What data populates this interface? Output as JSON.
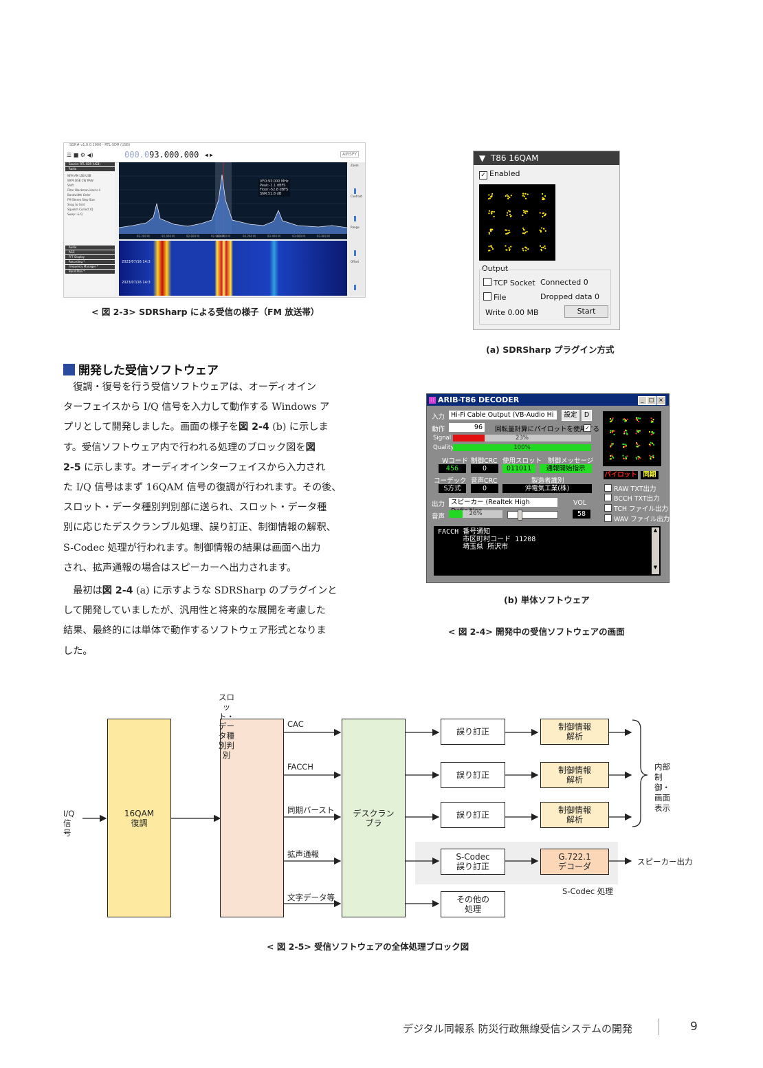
{
  "sdr": {
    "title": "SDR# v1.0.0.1900 - RTL-SDR (USB)",
    "freq_dim": "000.0",
    "freq": "93.000.000",
    "logo": "AIRSPY",
    "info": [
      "VFO:93.000 MHz",
      "Peak:-1.1 dBFS",
      "Floor:-52.8 dBFS",
      "SNR:51.8 dB"
    ],
    "timestamps": [
      "2023/07/16 14:3",
      "2023/07/16 14:3"
    ],
    "side_headers": [
      "Source: RTL-SDR (USB)",
      "Radio",
      "Audio",
      "AGC",
      "FFT Display",
      "Recording *",
      "Frequency Manager *",
      "Band Plan *"
    ],
    "side_opts": [
      "NFM",
      "AM",
      "LSB",
      "USB",
      "WFM",
      "DSB",
      "CW",
      "RAW",
      "Shift",
      "Filter",
      "Blackman-Harris 4",
      "Bandwidth",
      "Order",
      "FM Stereo",
      "Step Size",
      "Snap to Grid",
      "Squelch",
      "Correct IQ",
      "Swap I & Q"
    ],
    "right_labels": [
      "Zoom",
      "Contrast",
      "Range",
      "Offset"
    ],
    "axis": [
      "92.200 M",
      "92.400 M",
      "92.600 M",
      "92.800 M",
      "93.000 M",
      "93.200 M",
      "93.400 M",
      "93.600 M",
      "93.800 M"
    ]
  },
  "fig23_caption": "< 図 2-3> SDRSharp による受信の様子（FM 放送帯）",
  "t86": {
    "header": "T86 16QAM",
    "enabled": "Enabled",
    "output": "Output",
    "tcp": "TCP Socket",
    "connected": "Connected 0",
    "file": "File",
    "dropped": "Dropped data 0",
    "write": "Write 0.00 MB",
    "start": "Start"
  },
  "fig24a_caption": "(a) SDRSharp プラグイン方式",
  "arib": {
    "title": "ARIB-T86 DECODER",
    "input_label": "入力",
    "input_value": "Hi-Fi Cable Output (VB-Audio Hi",
    "settings": "設定",
    "d": "D",
    "op_label": "動作",
    "op_value": "96",
    "pilot_text": "回転量計算にパイロットを使用する",
    "signal_label": "Signal",
    "signal_pct": "23%",
    "signal_level": 0.23,
    "quality_label": "Quality",
    "quality_pct": "100%",
    "quality_level": 1.0,
    "wcode_label": "Wコード",
    "ctrlcrc_label": "制御CRC",
    "slot_label": "使用スロット",
    "ctrlmsg_label": "制御メッセージ",
    "wcode": "456",
    "ctrlcrc": "0",
    "slot": "011011",
    "ctrlmsg": "通報開始指示",
    "codec_label": "コーデック",
    "voicecrc_label": "音声CRC",
    "maker_label": "製造者識別",
    "codec": "S方式",
    "voicecrc": "0",
    "maker": "沖電気工業(株)",
    "pilot_badge": "パイロット",
    "sync_badge": "同期",
    "chk": [
      "RAW TXT出力",
      "BCCH TXT出力",
      "TCH ファイル出力",
      "WAV ファイル出力"
    ],
    "out_label": "出力",
    "out_value": "スピーカー (Realtek High Definition",
    "vol_label": "VOL",
    "vol": "58",
    "voice_label": "音声",
    "voice_pct": "26%",
    "voice_level": 0.26,
    "log": [
      "FACCH 番号通知",
      "      市区町村コード 11208",
      "      埼玉県 所沢市"
    ]
  },
  "fig24b_caption": "(b) 単体ソフトウェア",
  "fig24_caption": "< 図 2-4> 開発中の受信ソフトウェアの画面",
  "section_title": "開発した受信ソフトウェア",
  "para1": [
    "　復調・復号を行う受信ソフトウェアは、オーディオイン",
    "ターフェイスから I/Q 信号を入力して動作する Windows ア",
    "プリとして開発しました。画面の様子を",
    "図 2-4",
    " (b) に示しま",
    "す。受信ソフトウェア内で行われる処理のブロック図を",
    "図",
    "2-5",
    " に示します。オーディオインターフェイスから入力され",
    "た I/Q 信号はまず 16QAM 信号の復調が行われます。その後、",
    "スロット・データ種別判別部に送られ、スロット・データ種",
    "別に応じたデスクランブル処理、誤り訂正、制御情報の解釈、",
    "S-Codec 処理が行われます。制御情報の結果は画面へ出力",
    "され、拡声通報の場合はスピーカーへ出力されます。"
  ],
  "para2": [
    "　最初は",
    "図 2-4",
    " (a) に示すような SDRSharp のプラグインと",
    "して開発していましたが、汎用性と将来的な展開を考慮した",
    "結果、最終的には単体で動作するソフトウェア形式となりま",
    "した。"
  ],
  "diagram": {
    "slot_title": "スロット・\nデータ種別判別",
    "iq": "I/Q\n信号",
    "demod": "16QAM\n復調",
    "descr": "デスクラン\nブラ",
    "ch": [
      "CAC",
      "FACCH",
      "同期バースト",
      "拡声通報",
      "文字データ等"
    ],
    "ecc": "誤り訂正",
    "ctrl": "制御情報\n解析",
    "scodec_ecc": "S-Codec\n誤り訂正",
    "g722": "G.722.1\nデコーダ",
    "other": "その他の\n処理",
    "internal": "内部制御・\n画面表示",
    "speaker": "スピーカー出力",
    "scodec_proc": "S-Codec 処理",
    "colors": {
      "demod": "#fde9a0",
      "slot": "#f9e2d2",
      "descr": "#e3f1d6",
      "ctrl": "#fdeec8",
      "g722": "#fbd7b8",
      "shade": "#eeeeee"
    }
  },
  "fig25_caption": "< 図 2-5> 受信ソフトウェアの全体処理ブロック図",
  "footer": {
    "title": "デジタル同報系 防災行政無線受信システムの開発",
    "page": "9"
  }
}
